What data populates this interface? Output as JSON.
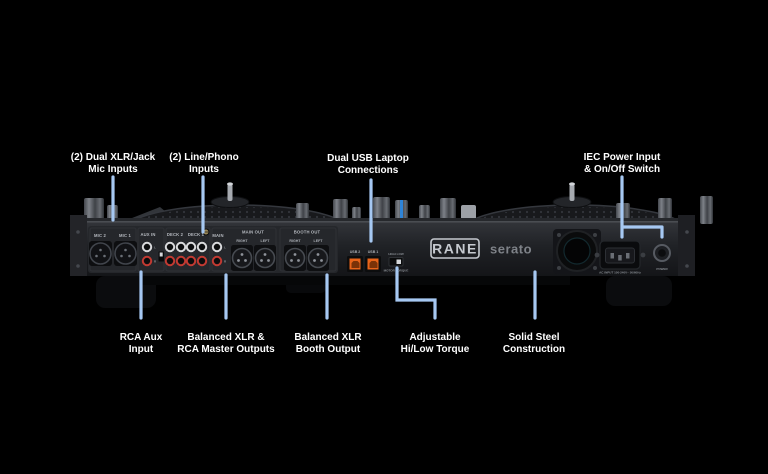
{
  "page": {
    "background": "#000000"
  },
  "colors": {
    "leader_line": "#a6c8f2",
    "callout_text": "#ffffff",
    "panel_text": "#b6bac0",
    "usb_orange": "#e8641a",
    "rca_red": "#c23a32",
    "rca_white": "#d9dadc",
    "chassis": "#212327"
  },
  "callouts": {
    "top": [
      {
        "line1": "(2) Dual XLR/Jack",
        "line2": "Mic Inputs"
      },
      {
        "line1": "(2) Line/Phono",
        "line2": "Inputs"
      },
      {
        "line1": "Dual USB Laptop",
        "line2": "Connections"
      },
      {
        "line1": "IEC Power Input",
        "line2": "& On/Off Switch"
      }
    ],
    "bottom": [
      {
        "line1": "RCA Aux",
        "line2": "Input"
      },
      {
        "line1": "Balanced XLR &",
        "line2": "RCA Master Outputs"
      },
      {
        "line1": "Balanced XLR",
        "line2": "Booth Output"
      },
      {
        "line1": "Adjustable",
        "line2": "Hi/Low Torque"
      },
      {
        "line1": "Solid Steel",
        "line2": "Construction"
      }
    ]
  },
  "device": {
    "brand": "RANE",
    "software": "serato",
    "panel_labels": {
      "mic2": "MIC 2",
      "mic1": "MIC 1",
      "aux_in": "AUX IN",
      "deck2": "DECK 2",
      "deck1": "DECK 1",
      "main": "MAIN",
      "main_out": "MAIN OUT",
      "booth_out": "BOOTH OUT",
      "right": "RIGHT",
      "left": "LEFT",
      "usb2": "USB 2",
      "usb1": "USB 1",
      "high_low": "HIGH  LOW",
      "motor_torque": "MOTOR TORQUE",
      "power": "POWER",
      "ac_rating": "AC INPUT 100-240V~ 50/60Hz",
      "l": "L",
      "r": "R"
    }
  }
}
